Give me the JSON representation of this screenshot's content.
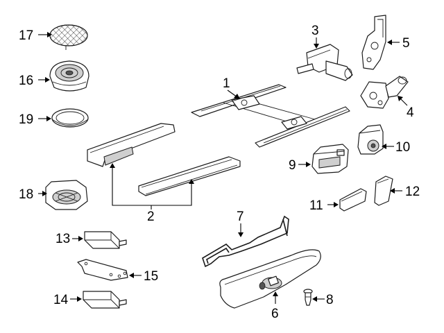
{
  "diagram": {
    "callouts": {
      "p1": "1",
      "p2": "2",
      "p3": "3",
      "p4": "4",
      "p5": "5",
      "p6": "6",
      "p7": "7",
      "p8": "8",
      "p9": "9",
      "p10": "10",
      "p11": "11",
      "p12": "12",
      "p13": "13",
      "p14": "14",
      "p15": "15",
      "p16": "16",
      "p17": "17",
      "p18": "18",
      "p19": "19"
    }
  }
}
